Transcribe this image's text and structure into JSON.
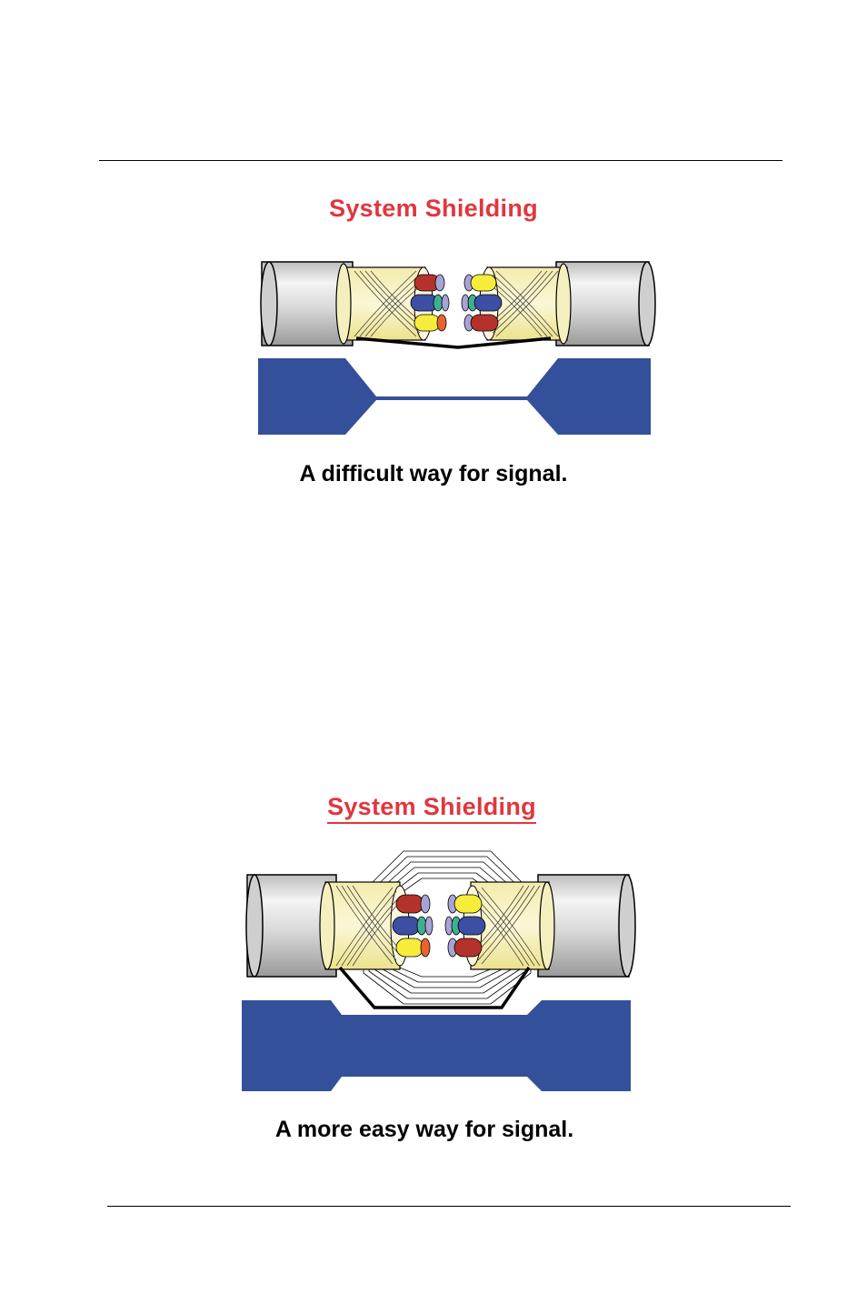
{
  "colors": {
    "heading": "#e0363d",
    "path_fill": "#35509a",
    "shield_yellow": "#f8f0b0",
    "jacket_grey": "#d7d7d7",
    "wire_red": "#b5322c",
    "wire_blue": "#3c4fa5",
    "wire_yellow": "#f5ed3a",
    "wire_green": "#3fb08f",
    "wire_lavender": "#a8a3d6",
    "wire_orange": "#e8642e"
  },
  "sections": [
    {
      "title": "System Shielding",
      "caption": "A difficult way for signal."
    },
    {
      "title": "System Shielding",
      "caption": "A more easy way for signal."
    }
  ]
}
